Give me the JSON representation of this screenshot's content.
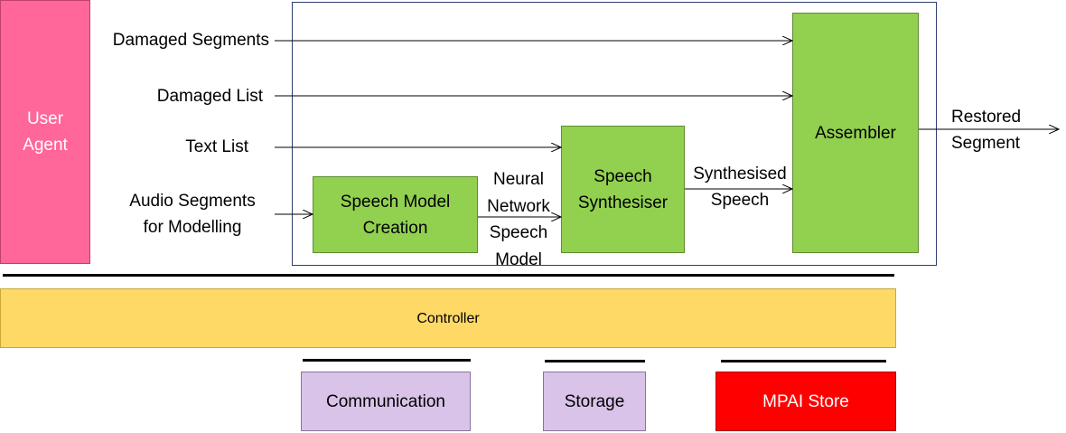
{
  "user_agent": {
    "line1": "User",
    "line2": "Agent",
    "color": "#FF6699"
  },
  "inputs": {
    "damaged_segments": "Damaged Segments",
    "damaged_list": "Damaged List",
    "text_list": "Text List",
    "audio_segments_line1": "Audio Segments",
    "audio_segments_line2": "for Modelling"
  },
  "modules": {
    "speech_model_creation": {
      "line1": "Speech Model",
      "line2": "Creation"
    },
    "speech_synthesiser": {
      "line1": "Speech",
      "line2": "Synthesiser"
    },
    "assembler": {
      "label": "Assembler"
    },
    "color": "#92D050"
  },
  "flows": {
    "nn_model": {
      "line1": "Neural",
      "line2": "Network",
      "line3": "Speech",
      "line4": "Model"
    },
    "synth_speech": {
      "line1": "Synthesised",
      "line2": "Speech"
    },
    "restored": {
      "line1": "Restored",
      "line2": "Segment"
    }
  },
  "controller": {
    "label": "Controller",
    "color": "#FFD966"
  },
  "services": {
    "communication": "Communication",
    "storage": "Storage",
    "mpai_store": "MPAI Store",
    "service_color": "#D9C3E9",
    "store_color": "#FF0000"
  },
  "colors": {
    "frame": "#2F3F6F"
  }
}
